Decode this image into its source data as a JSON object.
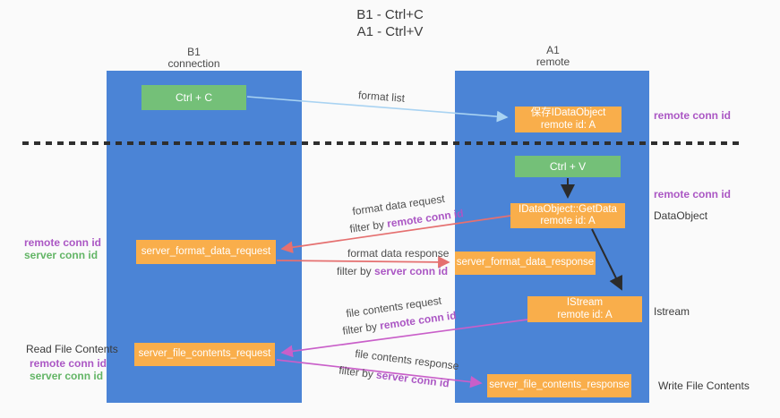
{
  "title": {
    "line1": "B1 - Ctrl+C",
    "line2": "A1 - Ctrl+V"
  },
  "lanes": {
    "left": {
      "name": "B1",
      "role": "connection"
    },
    "right": {
      "name": "A1",
      "role": "remote"
    }
  },
  "nodes": {
    "ctrl_c": {
      "label": "Ctrl + C"
    },
    "ctrl_v": {
      "label": "Ctrl + V"
    },
    "save_dataobject": {
      "line1": "保存IDataObject",
      "line2": "remote id: A"
    },
    "getdata": {
      "line1": "IDataObject::GetData",
      "line2": "remote id: A"
    },
    "istream": {
      "line1": "IStream",
      "line2": "remote id: A"
    },
    "format_request": {
      "label": "server_format_data_request"
    },
    "format_response": {
      "label": "server_format_data_response"
    },
    "file_request": {
      "label": "server_file_contents_request"
    },
    "file_response": {
      "label": "server_file_contents_response"
    }
  },
  "edges": {
    "format_list": "format list",
    "format_data_request": "format data request",
    "format_data_response": "format data response",
    "file_contents_request": "file contents request",
    "file_contents_response": "file contents response",
    "filter_by": "filter by ",
    "remote_conn_id": "remote conn id",
    "server_conn_id": "server conn id"
  },
  "annotations": {
    "remote_conn_id": "remote conn id",
    "server_conn_id": "server conn id",
    "dataobject": "DataObject",
    "istream": "Istream",
    "read_file_contents": "Read File Contents",
    "write_file_contents": "Write File Contents"
  },
  "colors": {
    "lane_blue": "#4b84d6",
    "node_orange": "#f9ae4b",
    "node_green": "#74c078",
    "purple_text": "#ab57c4",
    "green_text": "#63b566",
    "red_arrow": "#e57070",
    "magenta_arrow": "#c95fc9",
    "lightblue_arrow": "#a9d3f2",
    "black_arrow": "#2b2b2b"
  }
}
